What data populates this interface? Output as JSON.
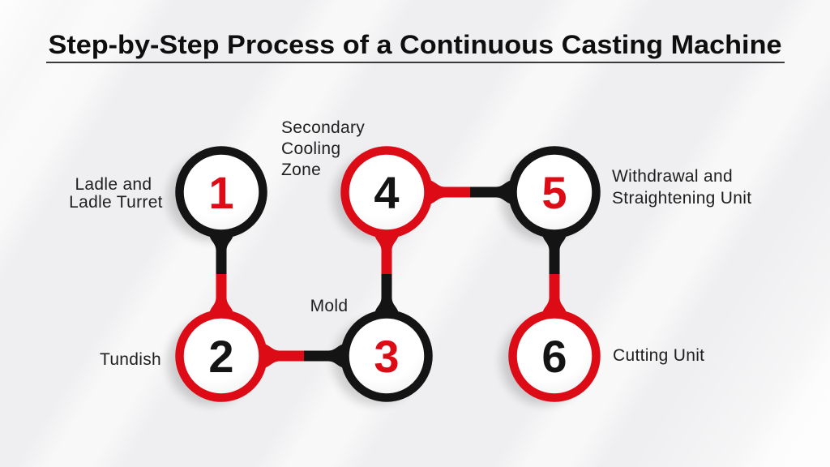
{
  "title": {
    "text": "Step-by-Step Process of a Continuous Casting Machine"
  },
  "colors": {
    "red": "#dd0b16",
    "black": "#141414",
    "label": "#1f1f1f",
    "title": "#0e0e0e",
    "underline": "#3a3a3a",
    "background": "#efeff1"
  },
  "steps": [
    {
      "number": "1",
      "label_lines": [
        "Ladle and",
        "Ladle Turret"
      ],
      "ring_color": "black",
      "number_color": "red"
    },
    {
      "number": "2",
      "label_lines": [
        "Tundish"
      ],
      "ring_color": "red",
      "number_color": "black"
    },
    {
      "number": "3",
      "label_lines": [
        "Mold"
      ],
      "ring_color": "black",
      "number_color": "red"
    },
    {
      "number": "4",
      "label_lines": [
        "Secondary",
        "Cooling",
        "Zone"
      ],
      "ring_color": "red",
      "number_color": "black"
    },
    {
      "number": "5",
      "label_lines": [
        "Withdrawal and",
        "Straightening Unit"
      ],
      "ring_color": "black",
      "number_color": "red"
    },
    {
      "number": "6",
      "label_lines": [
        "Cutting Unit"
      ],
      "ring_color": "red",
      "number_color": "black"
    }
  ]
}
